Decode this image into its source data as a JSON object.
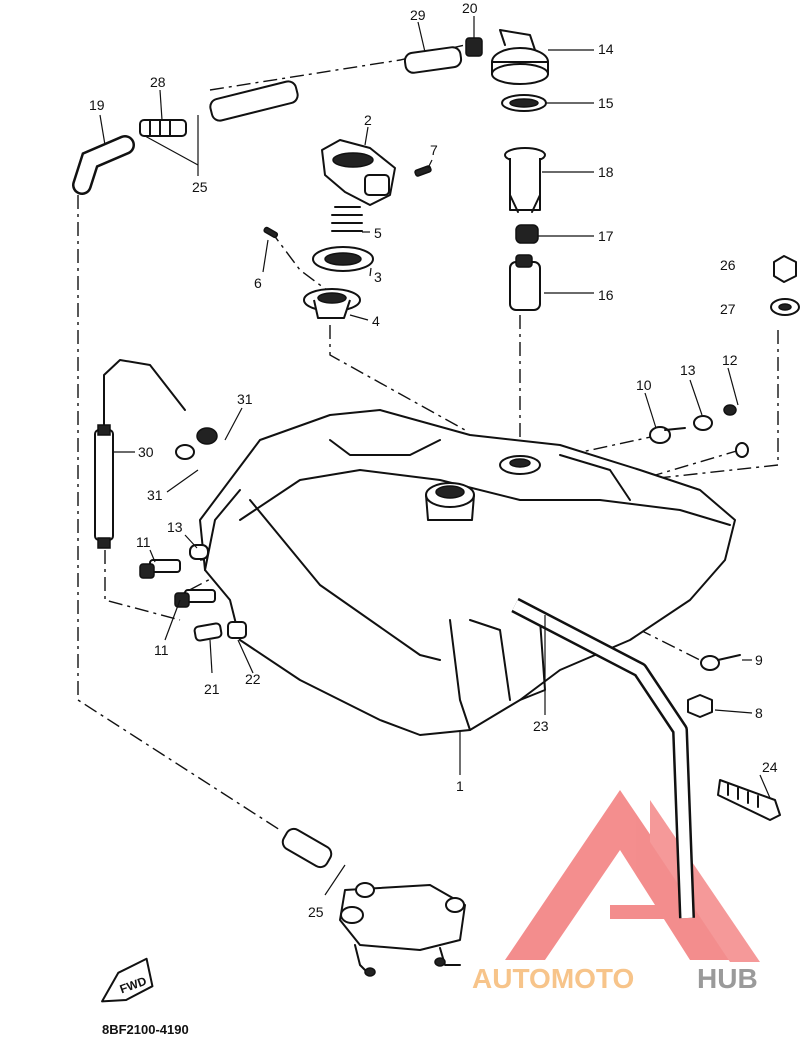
{
  "diagram": {
    "callouts": [
      "29",
      "20",
      "14",
      "28",
      "19",
      "15",
      "2",
      "7",
      "25",
      "18",
      "5",
      "17",
      "6",
      "3",
      "26",
      "16",
      "4",
      "27",
      "12",
      "13",
      "10",
      "31",
      "30",
      "31",
      "13",
      "11",
      "9",
      "11",
      "21",
      "22",
      "8",
      "23",
      "1",
      "24",
      "25"
    ],
    "part_code": "8BF2100-4190",
    "fwd_label": "FWD"
  },
  "watermark": {
    "text_part1": "AUTOMOTO",
    "text_part2": "HUB",
    "colors": {
      "part1": "#f7c48a",
      "part2": "#9a9a9a",
      "logo": "#f06a6a"
    }
  }
}
